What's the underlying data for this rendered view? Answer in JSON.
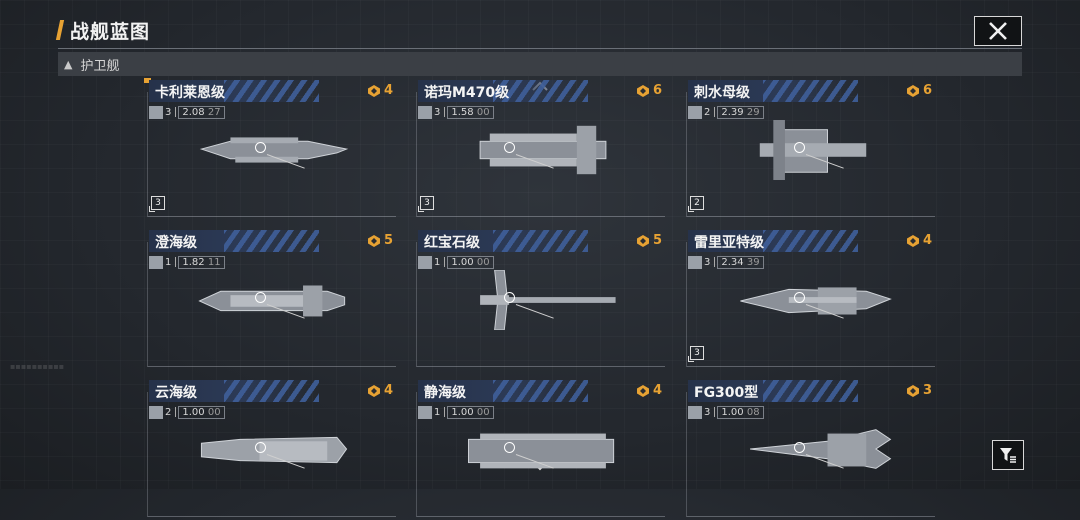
{
  "header": {
    "title": "战舰蓝图",
    "category": "护卫舰"
  },
  "colors": {
    "accent": "#e7a233",
    "name_bar": "#2c3a56",
    "stripe": "#3f5f9a"
  },
  "icons": {
    "close": "close-icon",
    "cost": "blueprint-cost-icon",
    "filter": "filter-icon",
    "collapse": "triangle-up-icon",
    "scroll": "chevron-icon"
  },
  "ships": [
    {
      "name": "卡利莱恩级",
      "cost": "4",
      "count": "3",
      "value_main": "2.08",
      "value_dim": "27",
      "level": "3"
    },
    {
      "name": "诺玛M470级",
      "cost": "6",
      "count": "3",
      "value_main": "1.58",
      "value_dim": "00",
      "level": "3"
    },
    {
      "name": "刺水母级",
      "cost": "6",
      "count": "2",
      "value_main": "2.39",
      "value_dim": "29",
      "level": "2"
    },
    {
      "name": "澄海级",
      "cost": "5",
      "count": "1",
      "value_main": "1.82",
      "value_dim": "11",
      "level": ""
    },
    {
      "name": "红宝石级",
      "cost": "5",
      "count": "1",
      "value_main": "1.00",
      "value_dim": "00",
      "level": ""
    },
    {
      "name": "雷里亚特级",
      "cost": "4",
      "count": "3",
      "value_main": "2.34",
      "value_dim": "39",
      "level": "3"
    },
    {
      "name": "云海级",
      "cost": "4",
      "count": "2",
      "value_main": "1.00",
      "value_dim": "00",
      "level": ""
    },
    {
      "name": "静海级",
      "cost": "4",
      "count": "1",
      "value_main": "1.00",
      "value_dim": "00",
      "level": ""
    },
    {
      "name": "FG300型",
      "cost": "3",
      "count": "3",
      "value_main": "1.00",
      "value_dim": "08",
      "level": ""
    }
  ]
}
